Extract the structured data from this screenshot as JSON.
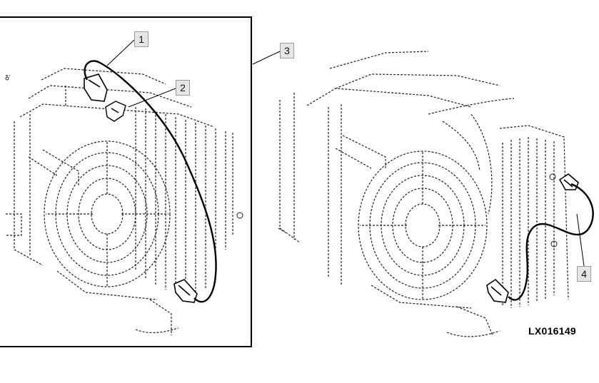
{
  "callouts": {
    "c1": "1",
    "c2": "2",
    "c3": "3",
    "c4": "4"
  },
  "figure_id": "LX016149",
  "colors": {
    "ink": "#111111",
    "cable": "#000000",
    "callout_fill": "#e6e6e6",
    "callout_border": "#9a9a9a"
  }
}
